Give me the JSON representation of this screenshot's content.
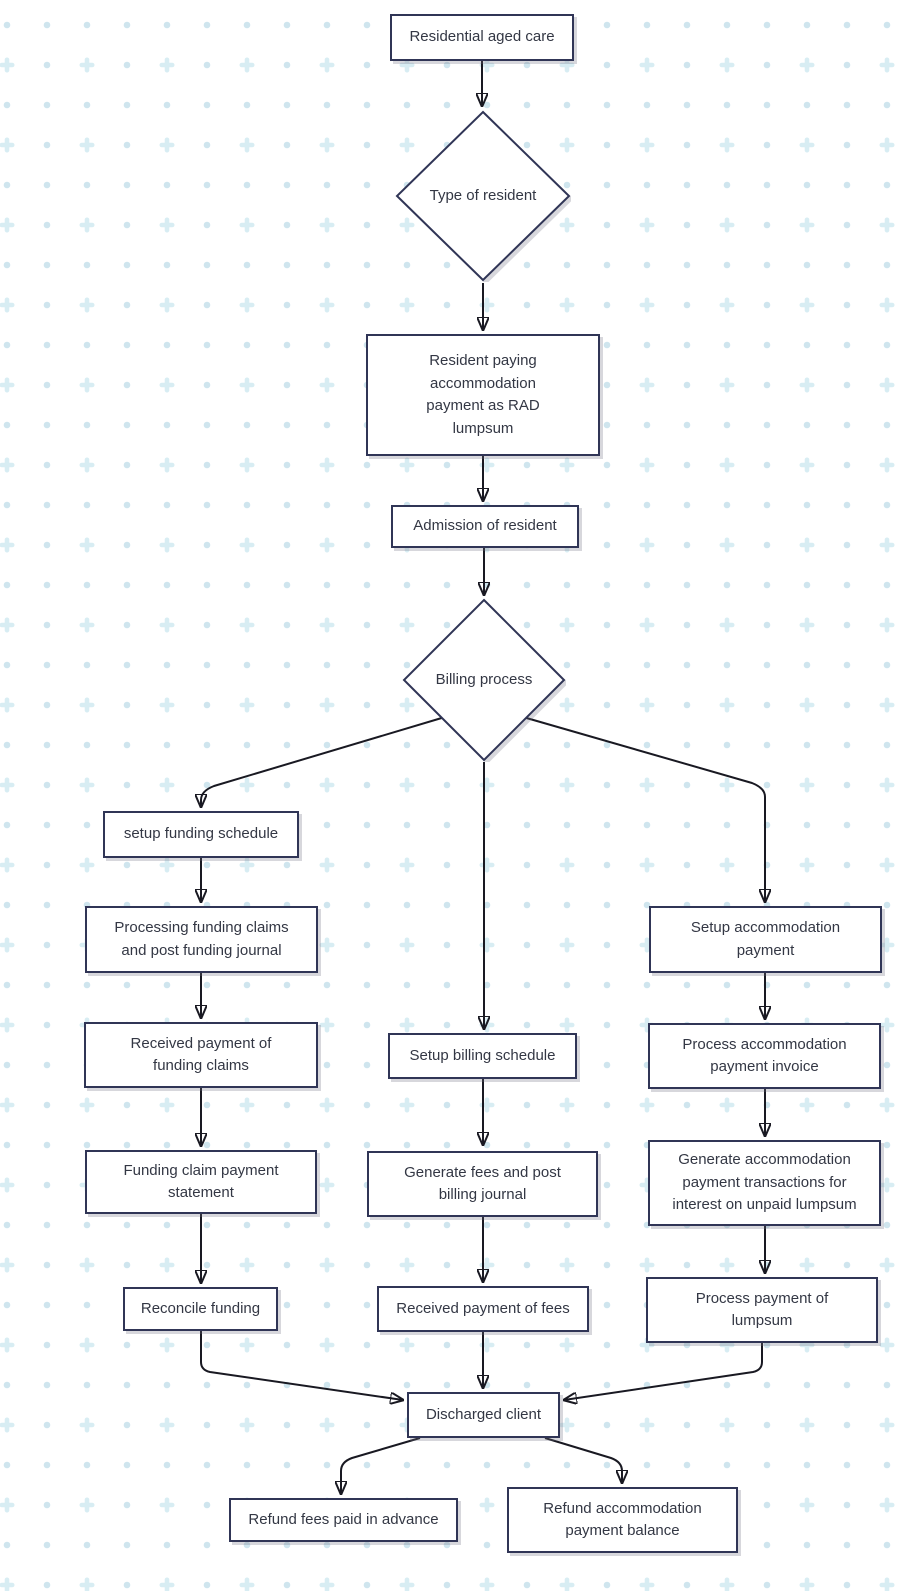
{
  "diagram": {
    "type": "flowchart",
    "colors": {
      "background": "#ffffff",
      "node_fill": "#ffffff",
      "node_border": "#303556",
      "text": "#333744",
      "edge": "#191922",
      "pattern_dot": "#cfe5ee",
      "pattern_plus": "#d8edf3"
    },
    "nodes": {
      "residential": {
        "shape": "rect",
        "label": "Residential aged care"
      },
      "type_resident": {
        "shape": "diamond",
        "label": "Type of resident"
      },
      "rad": {
        "shape": "rect",
        "label": "Resident paying\naccommodation\npayment as RAD\nlumpsum"
      },
      "admission": {
        "shape": "rect",
        "label": "Admission of resident"
      },
      "billing": {
        "shape": "diamond",
        "label": "Billing process"
      },
      "setup_funding": {
        "shape": "rect",
        "label": "setup funding schedule"
      },
      "processing_claims": {
        "shape": "rect",
        "label": "Processing funding claims\nand post funding journal"
      },
      "received_claims": {
        "shape": "rect",
        "label": "Received payment of\nfunding claims"
      },
      "funding_statement": {
        "shape": "rect",
        "label": "Funding claim payment\nstatement"
      },
      "reconcile": {
        "shape": "rect",
        "label": "Reconcile funding"
      },
      "setup_billing": {
        "shape": "rect",
        "label": "Setup billing schedule"
      },
      "generate_fees": {
        "shape": "rect",
        "label": "Generate fees and post\nbilling journal"
      },
      "received_fees": {
        "shape": "rect",
        "label": "Received payment of fees"
      },
      "setup_accom": {
        "shape": "rect",
        "label": "Setup accommodation\npayment"
      },
      "process_invoice": {
        "shape": "rect",
        "label": "Process accommodation\npayment invoice"
      },
      "generate_accom": {
        "shape": "rect",
        "label": "Generate accommodation\npayment transactions for\ninterest on unpaid lumpsum"
      },
      "process_lumpsum": {
        "shape": "rect",
        "label": "Process payment of\nlumpsum"
      },
      "discharged": {
        "shape": "rect",
        "label": "Discharged client"
      },
      "refund_fees": {
        "shape": "rect",
        "label": "Refund fees paid in advance"
      },
      "refund_accom": {
        "shape": "rect",
        "label": "Refund accommodation\npayment balance"
      }
    },
    "edges": [
      {
        "from": "residential",
        "to": "type_resident"
      },
      {
        "from": "type_resident",
        "to": "rad"
      },
      {
        "from": "rad",
        "to": "admission"
      },
      {
        "from": "admission",
        "to": "billing"
      },
      {
        "from": "billing",
        "to": "setup_funding"
      },
      {
        "from": "billing",
        "to": "setup_billing"
      },
      {
        "from": "billing",
        "to": "setup_accom"
      },
      {
        "from": "setup_funding",
        "to": "processing_claims"
      },
      {
        "from": "processing_claims",
        "to": "received_claims"
      },
      {
        "from": "received_claims",
        "to": "funding_statement"
      },
      {
        "from": "funding_statement",
        "to": "reconcile"
      },
      {
        "from": "reconcile",
        "to": "discharged"
      },
      {
        "from": "setup_billing",
        "to": "generate_fees"
      },
      {
        "from": "generate_fees",
        "to": "received_fees"
      },
      {
        "from": "received_fees",
        "to": "discharged"
      },
      {
        "from": "setup_accom",
        "to": "process_invoice"
      },
      {
        "from": "process_invoice",
        "to": "generate_accom"
      },
      {
        "from": "generate_accom",
        "to": "process_lumpsum"
      },
      {
        "from": "process_lumpsum",
        "to": "discharged"
      },
      {
        "from": "discharged",
        "to": "refund_fees"
      },
      {
        "from": "discharged",
        "to": "refund_accom"
      }
    ]
  }
}
